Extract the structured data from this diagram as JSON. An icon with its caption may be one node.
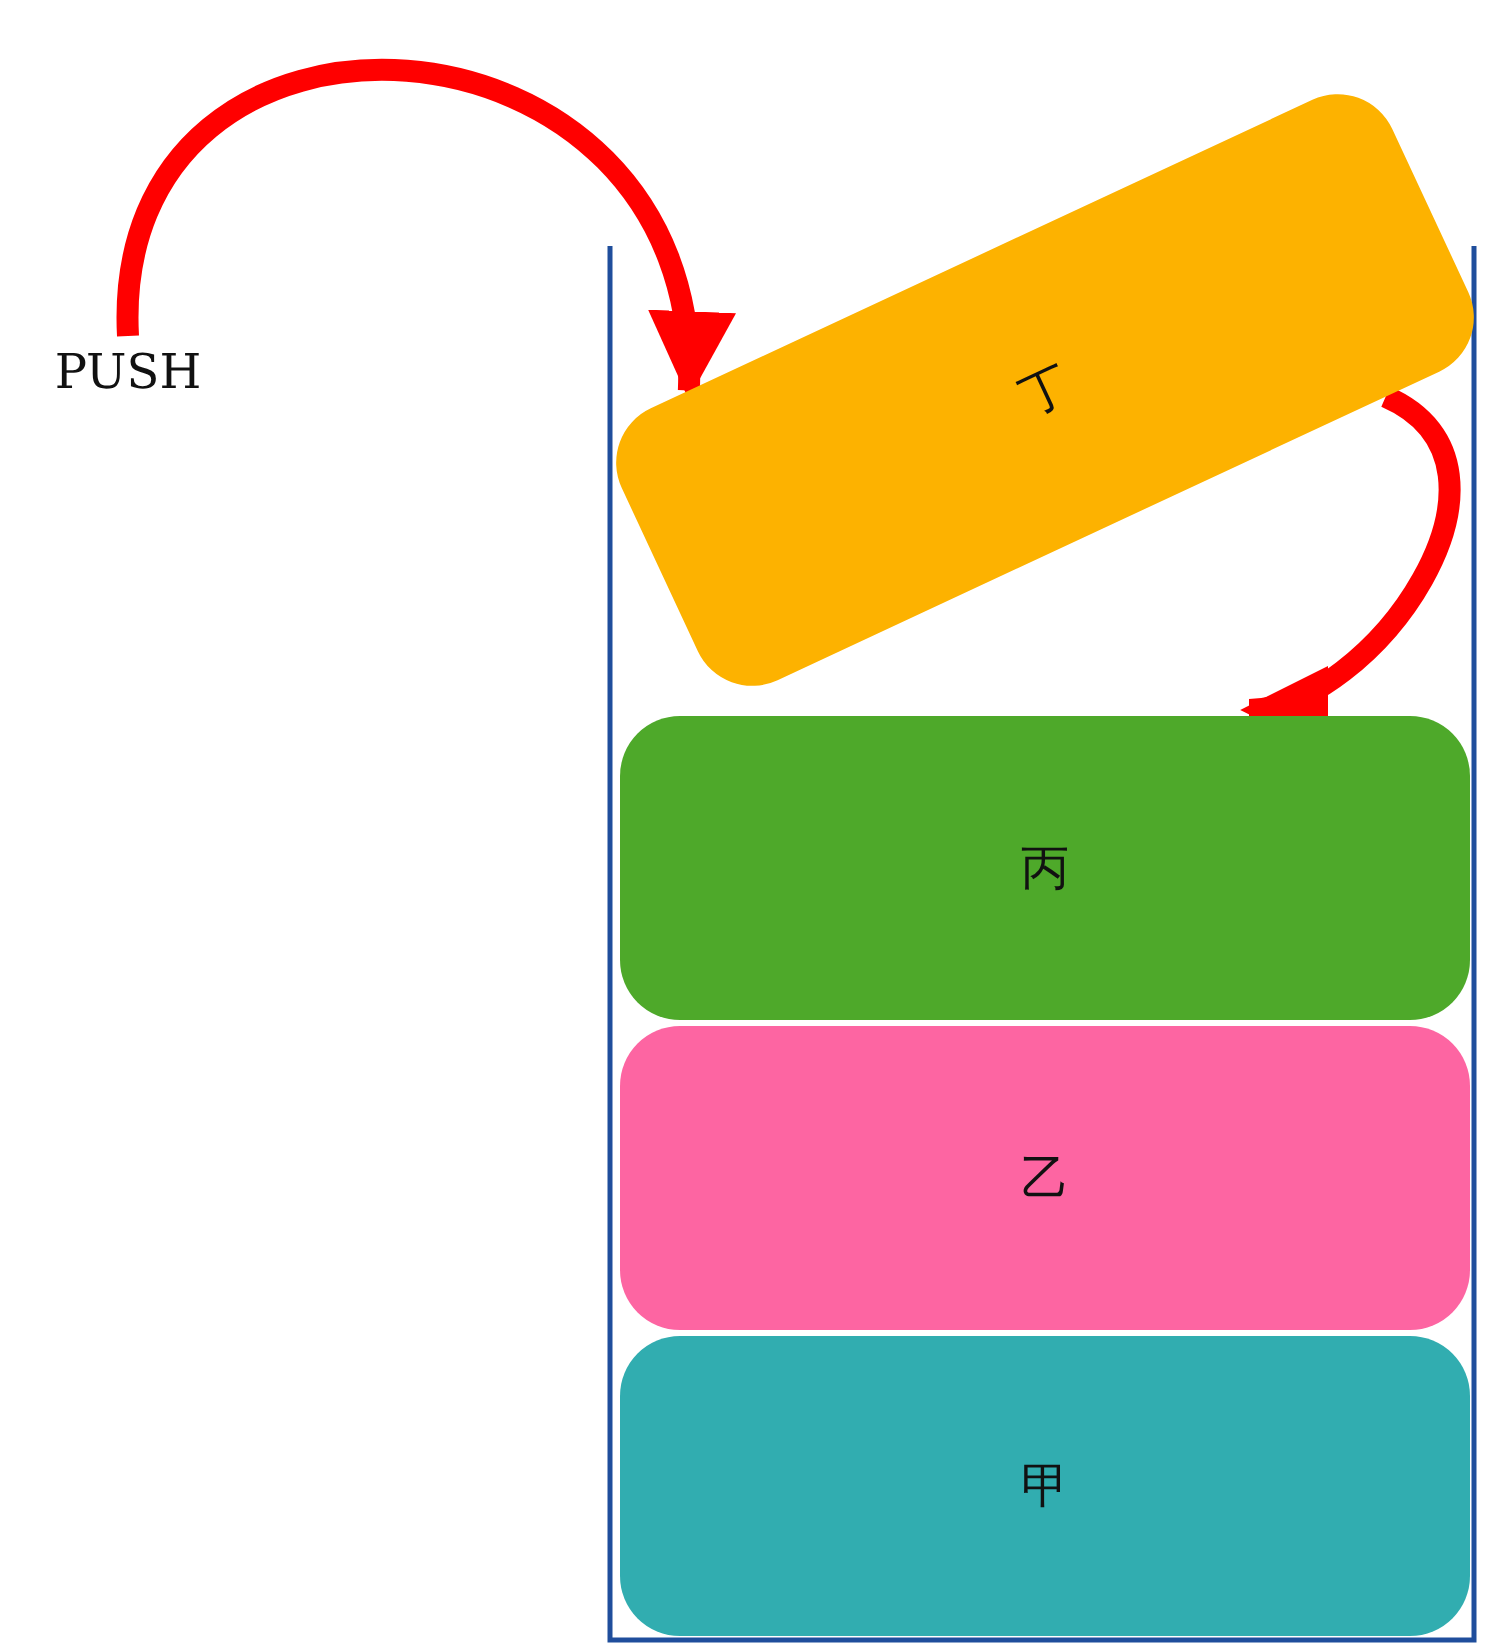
{
  "diagram": {
    "nodes": [
      {
        "text": [
          "PUSH"
        ]
      },
      {
        "text": [
          "丁"
        ]
      },
      {
        "text": [
          "丙"
        ]
      },
      {
        "text": [
          "乙"
        ]
      },
      {
        "text": [
          "甲"
        ]
      }
    ],
    "edges": [
      {
        "from": 0,
        "to": 1,
        "arrow": "to"
      },
      {
        "from": 1,
        "to": 2,
        "arrow": "to"
      }
    ]
  }
}
